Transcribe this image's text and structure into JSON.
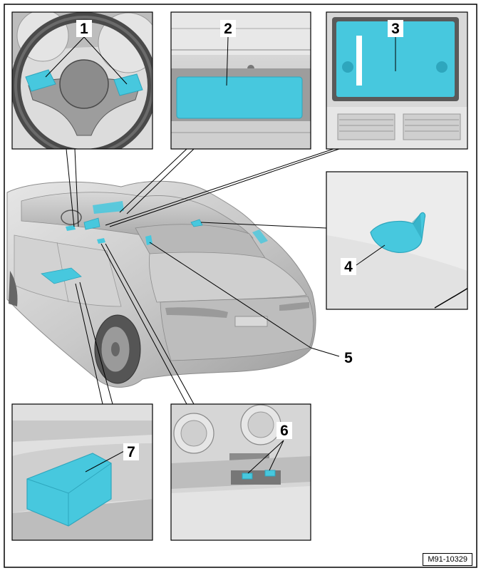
{
  "callouts": {
    "c1": "1",
    "c2": "2",
    "c3": "3",
    "c4": "4",
    "c5": "5",
    "c6": "6",
    "c7": "7"
  },
  "figure_ref": "M91-10329",
  "colors": {
    "highlight": "#47c8de",
    "highlight_dark": "#2ea6bd",
    "body_grey": "#c7c7c7",
    "line": "#000000"
  }
}
